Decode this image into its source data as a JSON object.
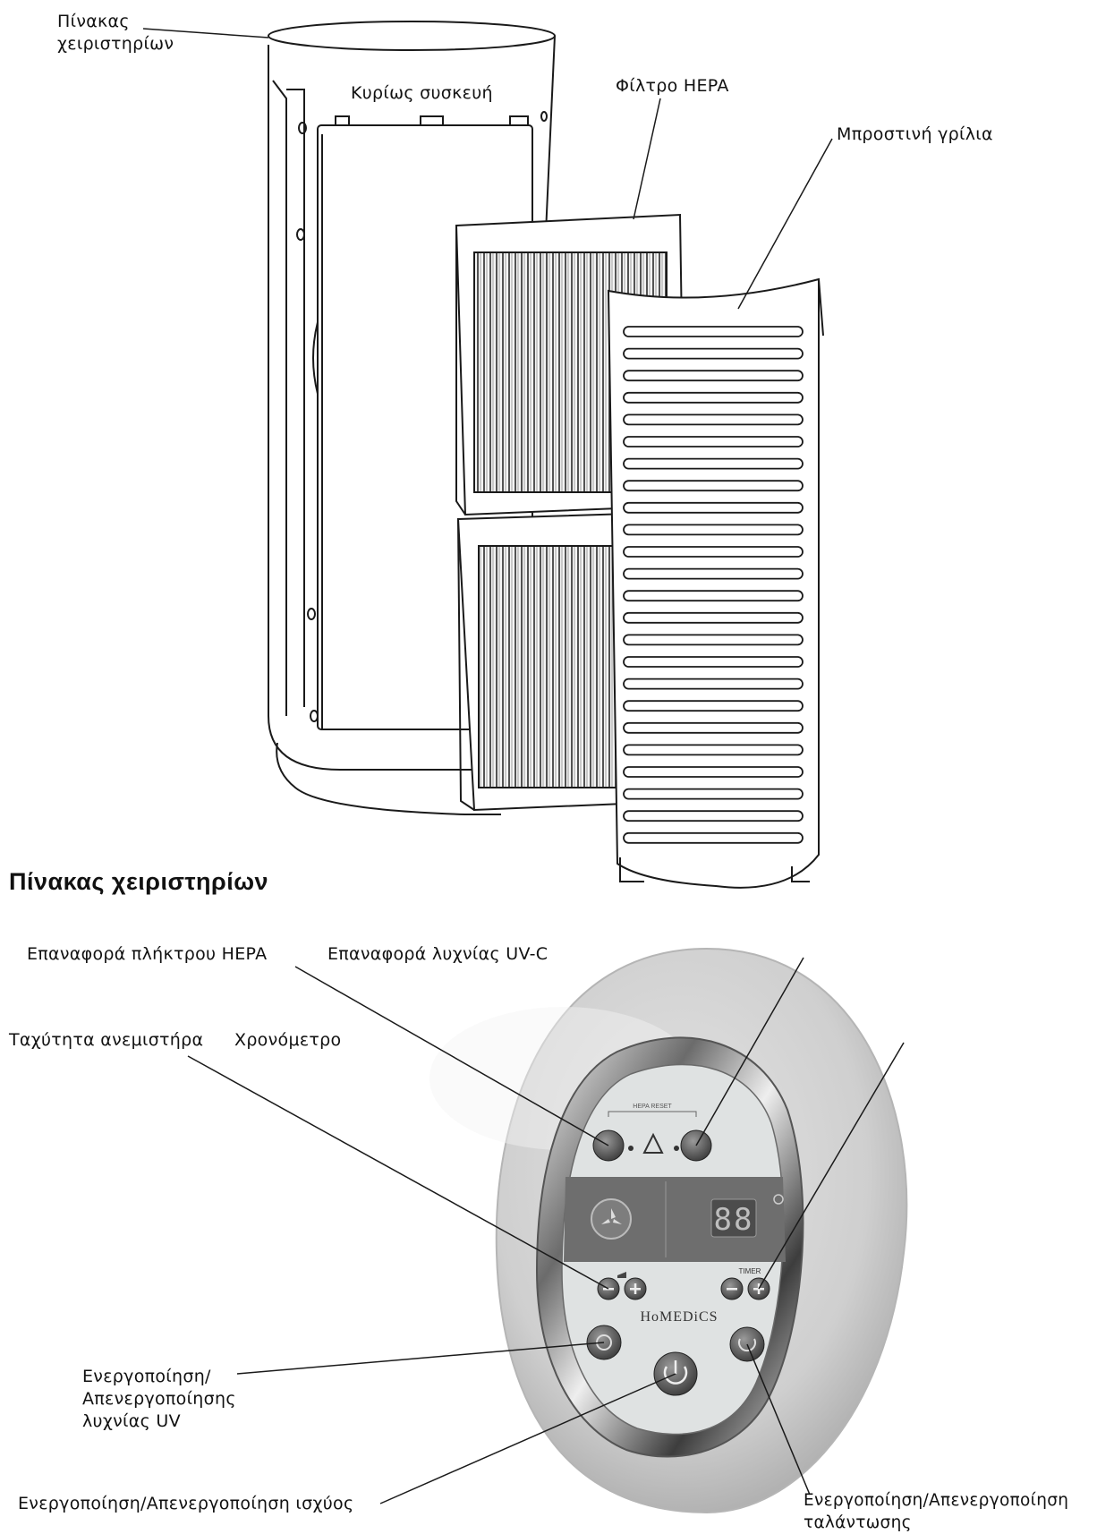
{
  "labels": {
    "control_panel_top_line1": "Πίνακας",
    "control_panel_top_line2": "χειριστηρίων",
    "main_unit": "Κυρίως   συσκευή",
    "hepa_filter": "Φίλτρο    HEPA",
    "front_grille": "Μπροστινή    γρίλια",
    "section_title": "Πίνακας   χειριστηρίων",
    "hepa_reset": "Επαναφορά   πλήκτρου   HEPA",
    "uv_reset": "Επαναφορά   λυχνίας   UV-C",
    "fan_speed": "Ταχύτητα   ανεμιστήρα",
    "timer": "Χρονόμετρο",
    "uv_toggle_line1": "Ενεργοποίηση/",
    "uv_toggle_line2": "Απενεργοποίησης",
    "uv_toggle_line3": "λυχνίας   UV",
    "power_toggle": "Ενεργοποίηση/Απενεργοποίηση   ισχύος",
    "oscillation_line1": "Ενεργοποίηση/Απενεργοποίηση",
    "oscillation_line2": "ταλάντωσης"
  },
  "panel": {
    "brand": "HoMEDiCS",
    "reset_caption": "HEPA RESET",
    "timer_caption": "TIMER",
    "display_digits": "8"
  }
}
